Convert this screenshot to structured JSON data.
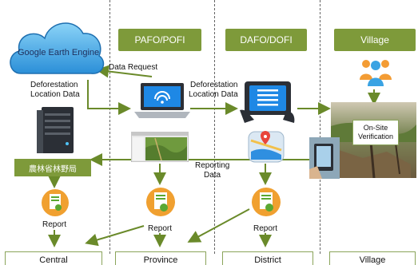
{
  "headers": {
    "province": "PAFO/POFI",
    "district": "DAFO/DOFI",
    "village": "Village"
  },
  "cloud": {
    "label": "Google Earth Engine"
  },
  "central_box": {
    "label": "農林省林野局"
  },
  "labels": {
    "data_request": "Data Request",
    "deforestation_left_1": "Deforestation",
    "deforestation_left_2": "Location Data",
    "deforestation_mid_1": "Deforestation",
    "deforestation_mid_2": "Location Data",
    "onsite_1": "On-Site",
    "onsite_2": "Verification",
    "reporting_1": "Reporting",
    "reporting_2": "Data",
    "report_central": "Report",
    "report_province": "Report",
    "report_district": "Report"
  },
  "footer": {
    "central": "Central",
    "province": "Province",
    "district": "District",
    "village": "Village"
  },
  "colors": {
    "header_green": "#7e9a3a",
    "arrow_green": "#6a8a2a",
    "report_orange": "#f0a030",
    "cloud_blue": "#3aa3e3"
  }
}
